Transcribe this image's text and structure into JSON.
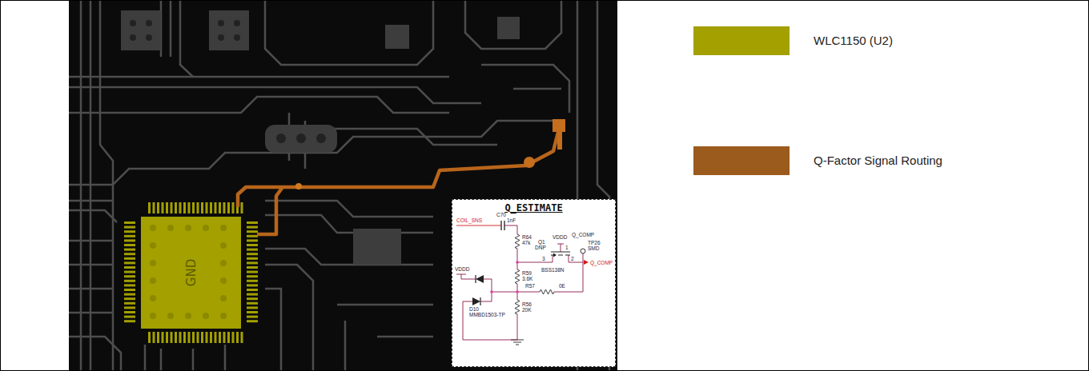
{
  "diagram": {
    "nodes": [
      {
        "text": [
          "GND"
        ]
      },
      {
        "text": [
          "Q_ESTIMATE"
        ]
      }
    ],
    "labels": [
      "COIL_SNS",
      "C70",
      "1nF",
      "R64",
      "47k",
      "VDDD",
      "Q1",
      "DNP",
      "Q_COMP",
      "TP26",
      "SMD",
      "VDDD",
      "3",
      "1",
      "2",
      "R59",
      "3.6K",
      "BSS138N",
      "Q_COMP",
      "R57",
      "0E",
      "D10",
      "MMBD1503-TP",
      "R56",
      "20K"
    ],
    "legend": [
      {
        "text": "WLC1150 (U2)",
        "color": "#a3a000"
      },
      {
        "text": "Q-Factor Signal Routing",
        "color": "#9b5b1c"
      }
    ]
  }
}
